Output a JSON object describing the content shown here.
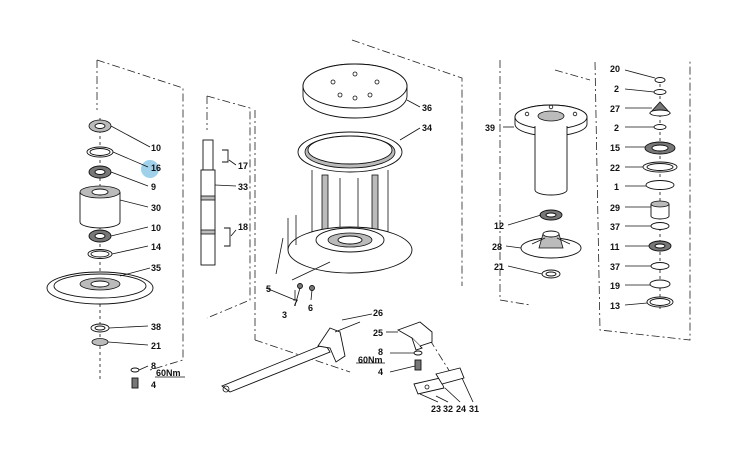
{
  "labels": {
    "l10a": "10",
    "l16": "16",
    "l9": "9",
    "l30": "30",
    "l10b": "10",
    "l14": "14",
    "l35": "35",
    "l38": "38",
    "l21a": "21",
    "l8a": "8",
    "l60a": "60Nm",
    "l4a": "4",
    "l17": "17",
    "l33": "33",
    "l18": "18",
    "l36": "36",
    "l34": "34",
    "l5": "5",
    "l7": "7",
    "l3": "3",
    "l6": "6",
    "l26": "26",
    "l25": "25",
    "l8b": "8",
    "l60b": "60Nm",
    "l4b": "4",
    "l23": "23",
    "l32": "32",
    "l24": "24",
    "l31": "31",
    "l39": "39",
    "l12": "12",
    "l28": "28",
    "l21b": "21",
    "l20": "20",
    "l2a": "2",
    "l27": "27",
    "l2b": "2",
    "l15": "15",
    "l22": "22",
    "l1": "1",
    "l29": "29",
    "l37a": "37",
    "l11": "11",
    "l37b": "37",
    "l19": "19",
    "l13": "13"
  },
  "colors": {
    "line": "#111111",
    "highlight": "#8ec9e8"
  }
}
